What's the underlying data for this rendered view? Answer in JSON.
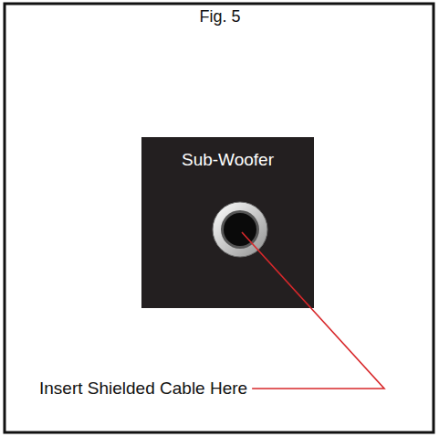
{
  "diagram": {
    "title": "Fig. 5",
    "nodes": [
      {
        "text": [
          "Sub-Woofer"
        ]
      }
    ],
    "labels": [
      "Insert Shielded Cable Here"
    ]
  }
}
